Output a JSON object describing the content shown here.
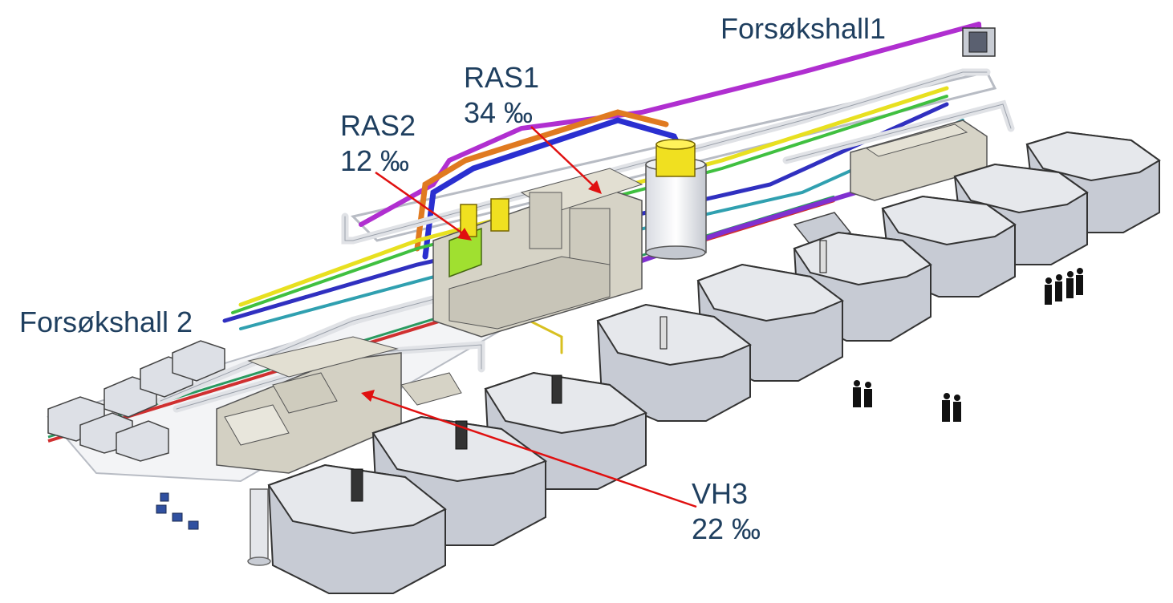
{
  "labels": {
    "forsokshall1": "Forsøkshall1",
    "forsokshall2": "Forsøkshall 2",
    "ras1": {
      "name": "RAS1",
      "salinity": "34 ‰"
    },
    "ras2": {
      "name": "RAS2",
      "salinity": "12 ‰"
    },
    "vh3": {
      "name": "VH3",
      "salinity": "22 ‰"
    }
  },
  "colors": {
    "text": "#1f3f5f",
    "arrow": "#e01010",
    "tank_fill": "#c9cdd6",
    "tank_inner": "#e3e6ec",
    "pipe_purple": "#b02fd0",
    "pipe_blue": "#2a2fd0",
    "pipe_orange": "#e07a20",
    "pipe_yellow": "#e8e020",
    "pipe_green": "#40c040",
    "pipe_red": "#d03030",
    "silo_yellow": "#f0e020",
    "filter_green": "#a0e030"
  }
}
